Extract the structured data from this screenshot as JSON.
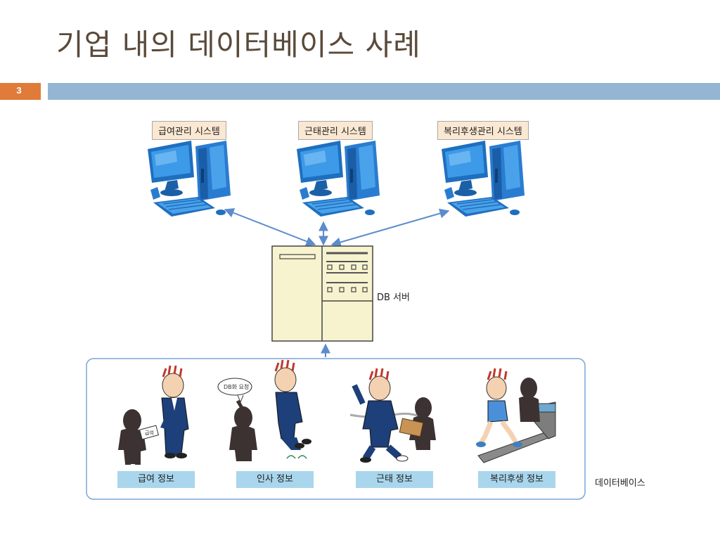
{
  "title": "기업 내의 데이터베이스 사례",
  "page_number": "3",
  "systems": [
    "급여관리 시스템",
    "근태관리 시스템",
    "복리후생관리 시스템"
  ],
  "server_label": "DB 서버",
  "info": [
    "급여 정보",
    "인사 정보",
    "근태 정보",
    "복리후생 정보"
  ],
  "database_label": "데이터베이스",
  "bubble_text": "DB화 요청",
  "paper_text": "급여",
  "colors": {
    "accent": "#e07b39",
    "bar": "#94b6d2",
    "info_bg": "#a9d6ec",
    "sys_bg": "#fbe8d2",
    "server": "#f7f3cf"
  }
}
